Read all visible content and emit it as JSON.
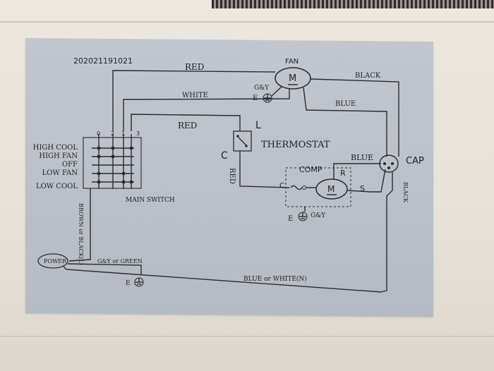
{
  "plate": {
    "serial": "202021191021",
    "fan_label": "FAN",
    "motor_symbol": "M",
    "wire_red_top": "RED",
    "wire_white": "WHITE",
    "wire_black": "BLACK",
    "wire_blue_top": "BLUE",
    "gy_fan": "G&Y",
    "e_fan": "E",
    "wire_red_mid": "RED",
    "terminal_l": "L",
    "terminal_c": "C",
    "thermostat_label": "THERMOSTAT",
    "wire_blue_right": "BLUE",
    "cap_label": "CAP",
    "wire_red_vertical": "RED",
    "comp_label": "COMP",
    "comp_c": "C",
    "comp_r": "R",
    "comp_s": "S",
    "comp_motor_symbol": "M",
    "wire_black_vertical": "BLACK",
    "e_comp": "E",
    "gy_comp": "G&Y",
    "switch_pins": [
      "0",
      "2",
      "1",
      "3"
    ],
    "switch_modes": [
      "HIGH COOL",
      "HIGH FAN",
      "OFF",
      "LOW FAN",
      "LOW COOL"
    ],
    "main_switch_label": "MAIN SWITCH",
    "brown_wire_label": "BROWN or BLACK(L)",
    "power_label": "POWER",
    "ground_wire_label": "G&Y or GREEN",
    "e_power": "E",
    "neutral_label": "BLUE or WHITE(N)"
  }
}
